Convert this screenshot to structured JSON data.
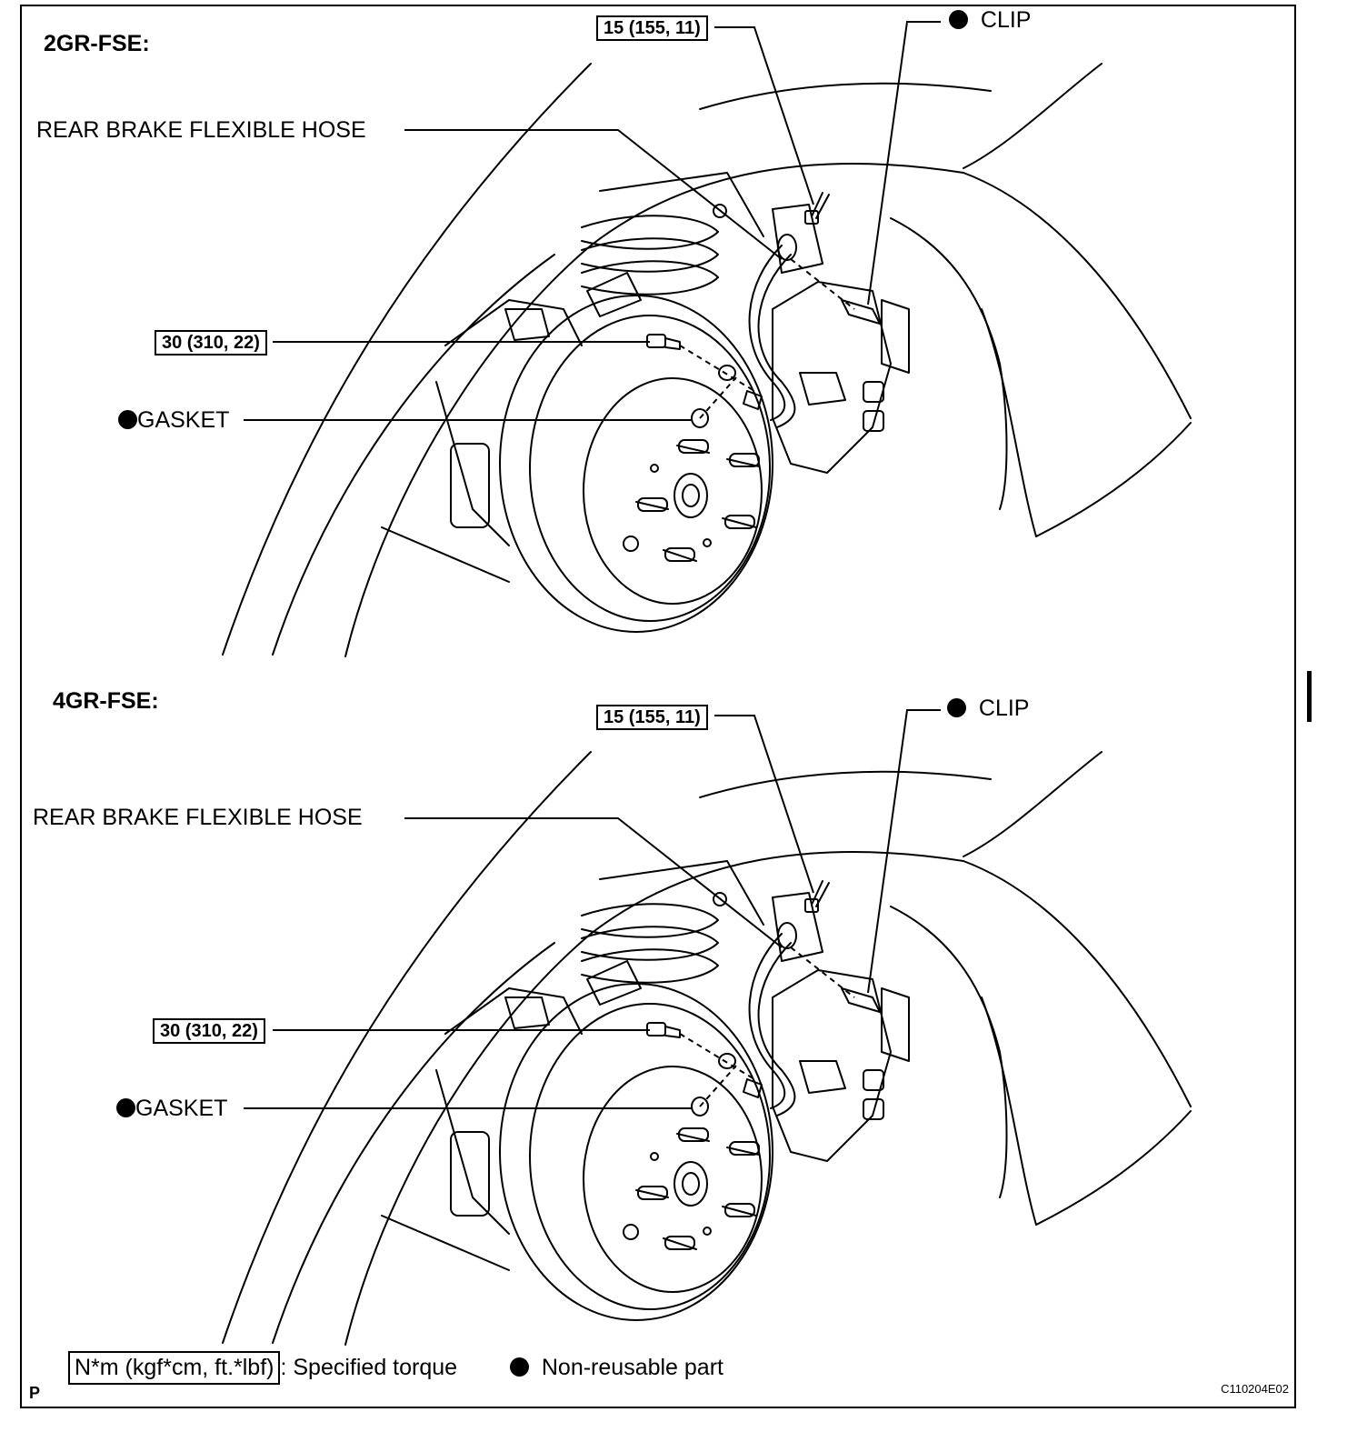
{
  "panels": [
    {
      "header": "2GR-FSE:",
      "torque_top": "15 (155, 11)",
      "clip": "CLIP",
      "hose": "REAR BRAKE FLEXIBLE HOSE",
      "torque_bolt": "30 (310, 22)",
      "gasket": "GASKET"
    },
    {
      "header": "4GR-FSE:",
      "torque_top": "15 (155, 11)",
      "clip": "CLIP",
      "hose": "REAR BRAKE FLEXIBLE HOSE",
      "torque_bolt": "30 (310, 22)",
      "gasket": "GASKET"
    }
  ],
  "legend": {
    "torque_unit": "N*m (kgf*cm, ft.*lbf)",
    "torque_desc": ": Specified torque",
    "nonreusable_desc": "Non-reusable part"
  },
  "figure_code": "C110204E02",
  "corner_mark": "P"
}
